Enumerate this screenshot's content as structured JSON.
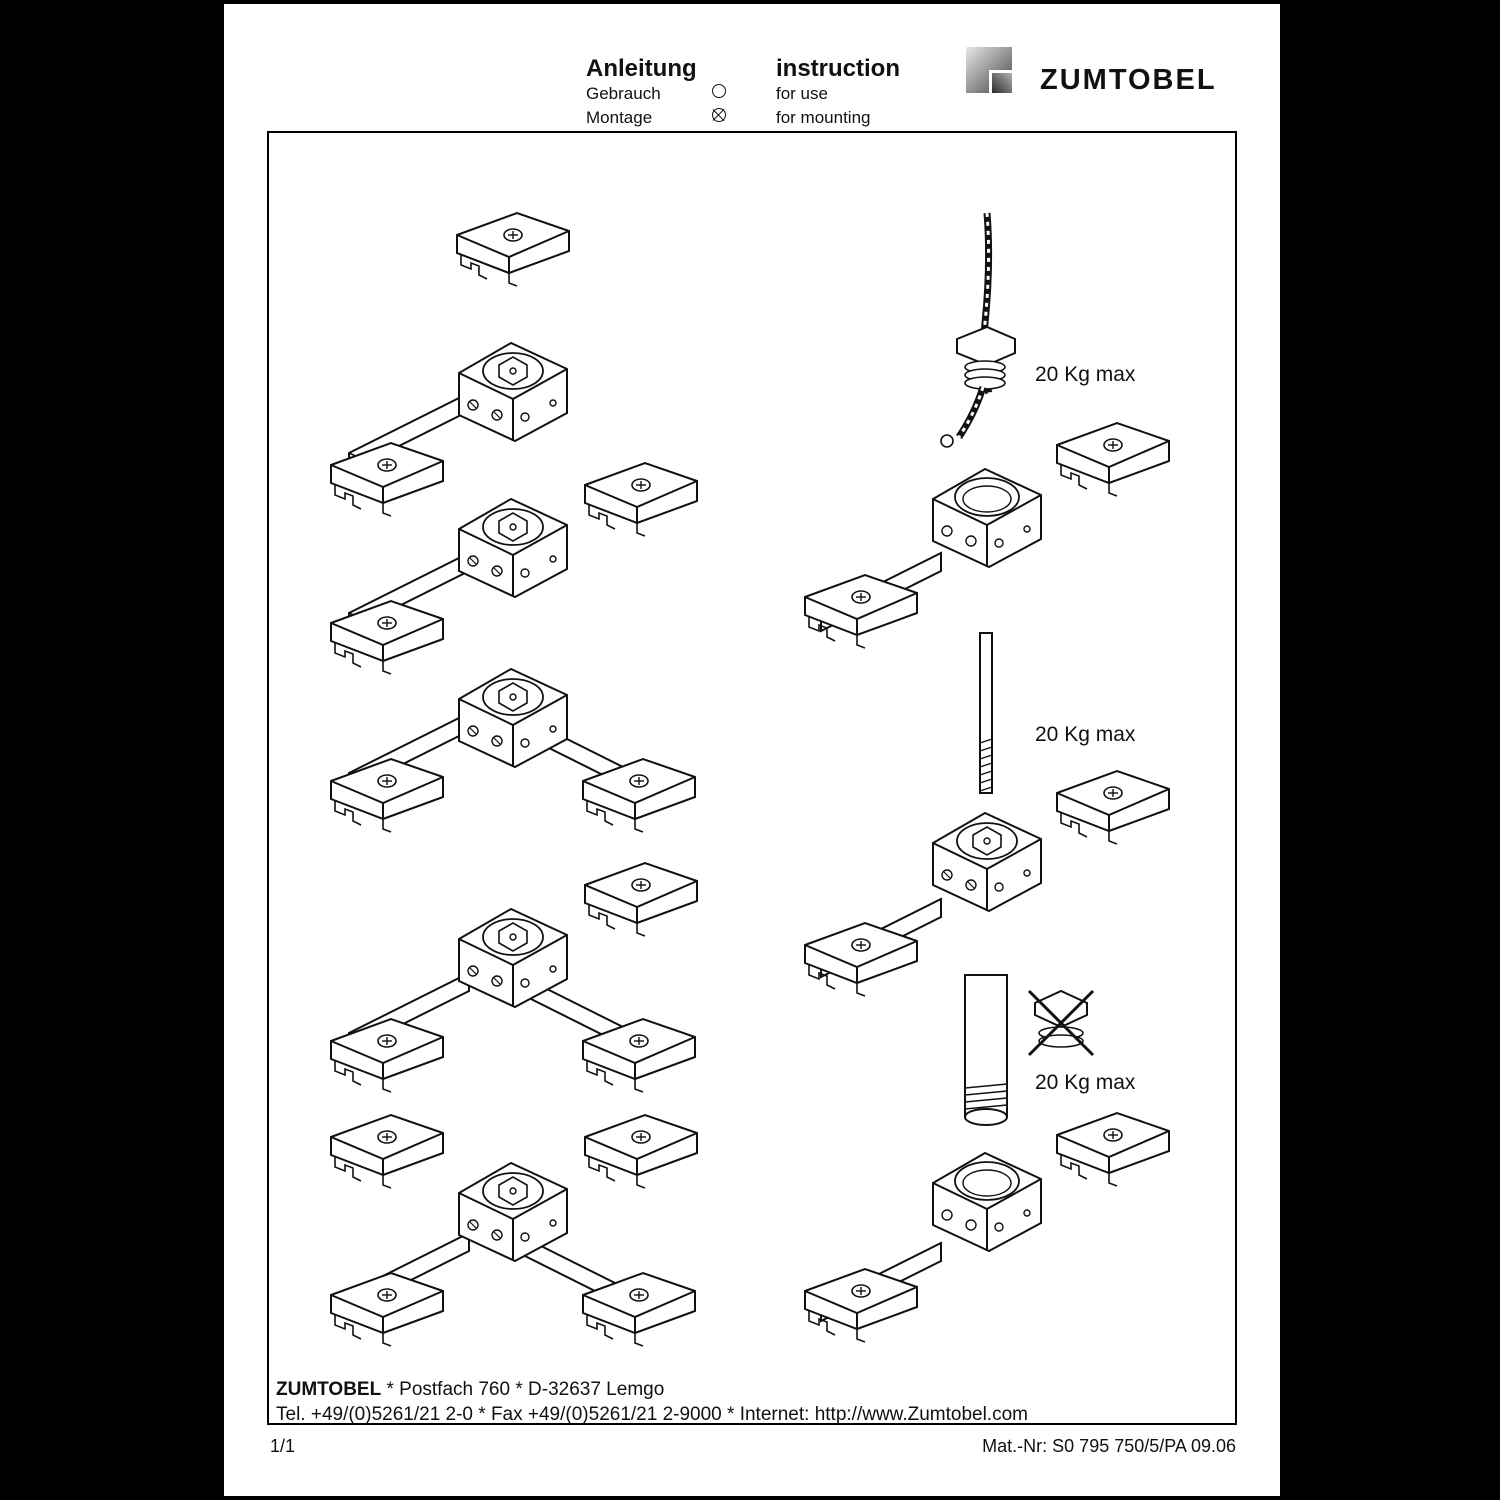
{
  "header": {
    "de": {
      "title": "Anleitung",
      "use": "Gebrauch",
      "mount": "Montage"
    },
    "en": {
      "title": "instruction",
      "use": "for use",
      "mount": "for mounting"
    },
    "use_checked": false,
    "mount_checked": true,
    "brand": "ZUMTOBEL",
    "logo_icon": "zumtobel-logo-icon"
  },
  "illustration": {
    "load_labels": [
      "20 Kg max",
      "20 Kg max",
      "20 Kg max"
    ]
  },
  "footer": {
    "company": "ZUMTOBEL",
    "address": " * Postfach 760 * D-32637 Lemgo",
    "contact": "Tel. +49/(0)5261/21 2-0 * Fax +49/(0)5261/21 2-9000 * Internet: http://www.Zumtobel.com",
    "page": "1/1",
    "material_number": "Mat.-Nr: S0 795 750/5/PA 09.06"
  },
  "colors": {
    "ink": "#111111",
    "paper": "#ffffff",
    "frame": "#000000"
  }
}
